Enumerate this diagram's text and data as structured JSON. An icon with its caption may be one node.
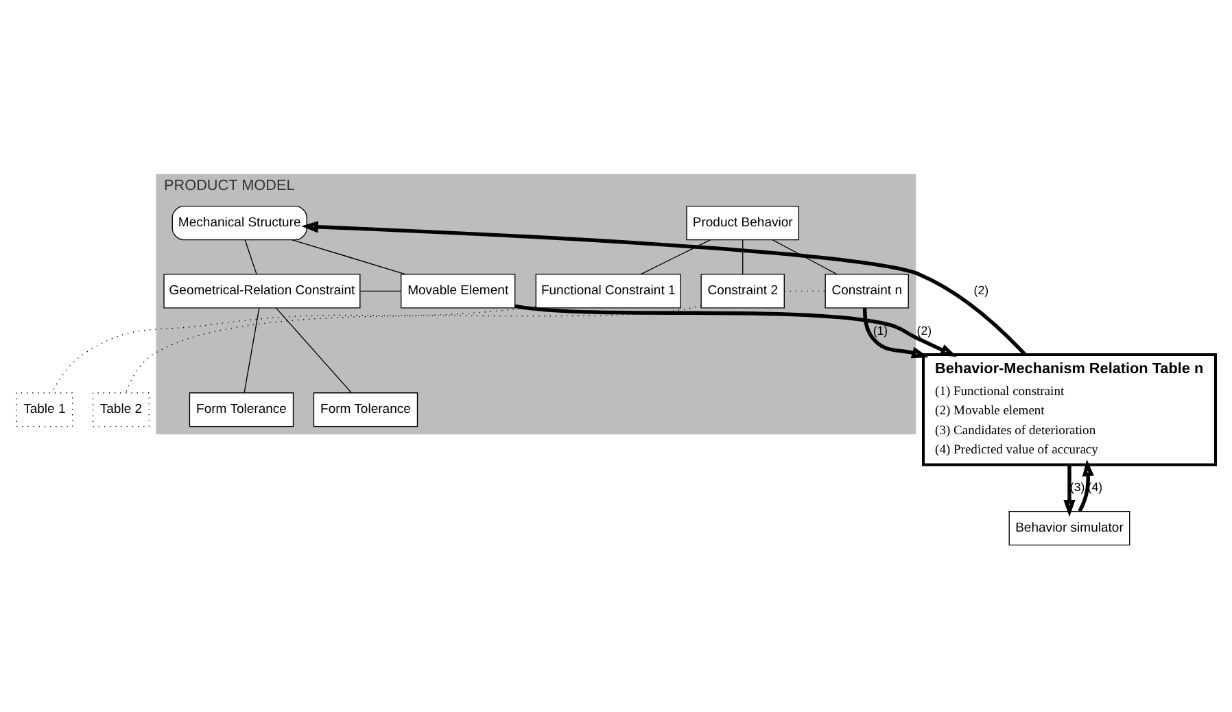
{
  "diagram": {
    "nodes": [
      {
        "text": [
          "PRODUCT MODEL"
        ]
      },
      {
        "text": [
          "Product Behavior"
        ],
        "in": 0
      },
      {
        "text": [
          "Functional Constraint 1"
        ],
        "in": 0
      },
      {
        "text": [
          "Constraint 2"
        ],
        "in": 0
      },
      {
        "text": [
          "Constraint n"
        ],
        "in": 0
      },
      {
        "text": [
          "Table 1"
        ]
      },
      {
        "text": [
          "Table 2"
        ]
      },
      {
        "text": [
          "Behavior-Mechanism Relation Table n",
          "(1) Functional constraint",
          "(2) Movable element",
          "(3) Candidates of deterioration",
          "(4) Predicted value of accuracy"
        ]
      },
      {
        "text": [
          "Mechanical Structure"
        ],
        "in": 0
      },
      {
        "text": [
          "Geometrical-Relation Constraint"
        ],
        "in": 0
      },
      {
        "text": [
          "Movable Element"
        ],
        "in": 0
      },
      {
        "text": [
          "Form Tolerance"
        ],
        "in": 0
      },
      {
        "text": [
          "Form Tolerance"
        ],
        "in": 0
      },
      {
        "text": [
          "Behavior simulator"
        ]
      }
    ],
    "edges": [
      {
        "from": 1,
        "to": 2,
        "arrow": "none"
      },
      {
        "from": 1,
        "to": 3,
        "arrow": "none"
      },
      {
        "from": 1,
        "to": 4,
        "arrow": "none"
      },
      {
        "from": 3,
        "to": 4,
        "arrow": "none",
        "style": "dashed"
      },
      {
        "from": 2,
        "to": 5,
        "arrow": "none",
        "style": "dashed"
      },
      {
        "from": 3,
        "to": 6,
        "arrow": "none",
        "style": "dashed"
      },
      {
        "from": 4,
        "to": 7,
        "arrow": "to",
        "label": "(1)",
        "style": "thick"
      },
      {
        "from": 7,
        "to": 8,
        "arrow": "to",
        "label": "(2)",
        "style": "thick"
      },
      {
        "from": 10,
        "to": 7,
        "arrow": "to",
        "label": "(2)",
        "style": "thick"
      },
      {
        "from": 7,
        "to": 13,
        "arrow": "to",
        "label": "(3)",
        "style": "thick"
      },
      {
        "from": 13,
        "to": 7,
        "arrow": "to",
        "label": "(4)",
        "style": "thick"
      },
      {
        "from": 8,
        "to": 9,
        "arrow": "none"
      },
      {
        "from": 8,
        "to": 10,
        "arrow": "none"
      },
      {
        "from": 9,
        "to": 10,
        "arrow": "none"
      },
      {
        "from": 9,
        "to": 11,
        "arrow": "none"
      },
      {
        "from": 9,
        "to": 12,
        "arrow": "none"
      }
    ]
  }
}
